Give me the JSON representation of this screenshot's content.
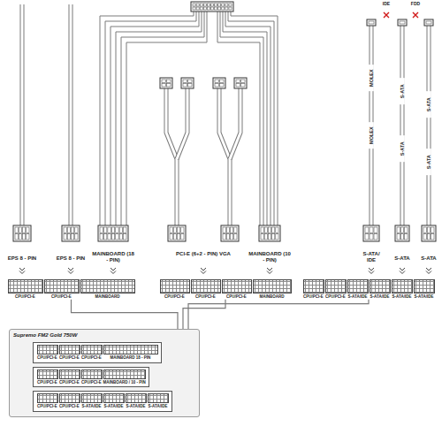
{
  "diagram": {
    "nodes": [
      {
        "text": [
          "CPU/PCI-E",
          "CPU/PCI-E",
          "MAINBOARD"
        ]
      },
      {
        "text": [
          "CPU/PCI-E",
          "CPU/PCI-E",
          "CPU/PCI-E",
          "MAINBOARD"
        ]
      },
      {
        "text": [
          "CPU/PCI-E",
          "CPU/PCI-E",
          "S-ATA/IDE",
          "S-ATA/IDE",
          "S-ATA/IDE",
          "S-ATA/IDE"
        ]
      },
      {
        "text": [
          "Supremo FM2 Gold 750W"
        ]
      },
      {
        "text": [
          "CPU/PCI-E",
          "CPU/PCI-E",
          "CPU/PCI-E",
          "MAINBOARD 18 - PIN"
        ],
        "in": 3
      },
      {
        "text": [
          "CPU/PCI-E",
          "CPU/PCI-E",
          "CPU/PCI-E",
          "MAINBOARD / 10 - PIN"
        ],
        "in": 3
      },
      {
        "text": [
          "CPU/PCI-E",
          "CPU/PCI-E",
          "S-ATA/IDE",
          "S-ATA/IDE",
          "S-ATA/IDE",
          "S-ATA/IDE"
        ],
        "in": 3
      }
    ],
    "edges": [
      {
        "from": 0,
        "to": 4,
        "arrow": "to"
      },
      {
        "from": 1,
        "to": 5,
        "arrow": "to"
      },
      {
        "from": 2,
        "to": 6,
        "arrow": "to"
      }
    ],
    "labels": [
      "IDE",
      "FDD",
      "MOLEX",
      "S-ATA",
      "S-ATA",
      "MOLEX",
      "S-ATA",
      "S-ATA",
      "EPS 8 - PIN",
      "EPS 8 - PIN",
      "MAINBOARD (18 - PIN)",
      "PCI-E (6+2 - PIN) VGA",
      "MAINBOARD (10 - PIN)",
      "S-ATA/ IDE",
      "S-ATA",
      "S-ATA"
    ]
  }
}
